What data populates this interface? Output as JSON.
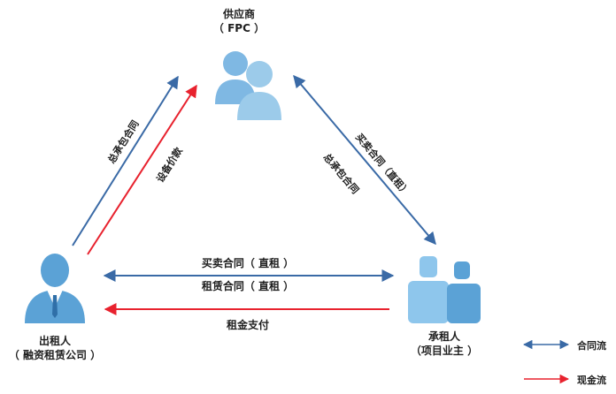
{
  "nodes": {
    "supplier": {
      "name": "供应商",
      "sub": "（ FPC ）"
    },
    "lessor": {
      "name": "出租人",
      "sub": "（ 融资租赁公司 ）"
    },
    "lessee": {
      "name": "承租人",
      "sub": "（项目业主 ）"
    }
  },
  "edges": {
    "lessor_supplier_contract": "总承包合同",
    "lessor_supplier_payment": "设备价款",
    "supplier_lessee_sale": "买卖合同（直租）",
    "supplier_lessee_epc": "总承包合同",
    "lessor_lessee_sale": "买卖合同（ 直租 ）",
    "lessor_lessee_lease": "租赁合同（ 直租 ）",
    "lessee_lessor_rent": "租金支付"
  },
  "legend": {
    "contract_flow": "合同流",
    "cash_flow": "现金流"
  },
  "colors": {
    "contract": "#3a6aa6",
    "cash": "#e8222e",
    "person_light": "#9ccbea",
    "lessor_blue": "#5ba2d6",
    "lessee_blue": "#8ec6ec"
  }
}
